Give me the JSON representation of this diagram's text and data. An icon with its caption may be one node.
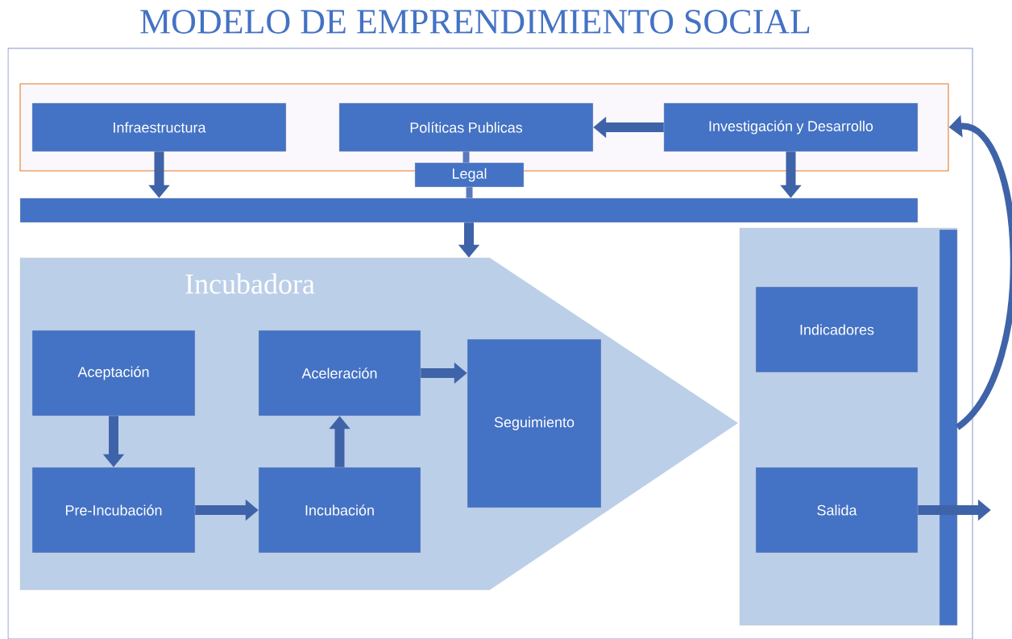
{
  "diagram": {
    "title": "MODELO DE EMPRENDIMIENTO SOCIAL",
    "nodes": [
      {
        "text": [],
        "shape": "box"
      },
      {
        "text": [
          "Infraestructura"
        ],
        "in": 0
      },
      {
        "text": [
          "Políticas Publicas"
        ],
        "in": 0
      },
      {
        "text": [
          "Investigación y Desarrollo"
        ],
        "in": 0
      },
      {
        "text": [
          "Legal"
        ]
      },
      {
        "text": [],
        "shape": "bar"
      },
      {
        "text": [
          "Incubadora"
        ]
      },
      {
        "text": [
          "Aceptación"
        ],
        "in": 6
      },
      {
        "text": [
          "Aceleración"
        ],
        "in": 6
      },
      {
        "text": [
          "Pre-Incubación"
        ],
        "in": 6
      },
      {
        "text": [
          "Incubación"
        ],
        "in": 6
      },
      {
        "text": [
          "Seguimiento"
        ]
      },
      {
        "text": [],
        "shape": "box"
      },
      {
        "text": [
          "Indicadores"
        ],
        "in": 12
      },
      {
        "text": [
          "Salida"
        ],
        "in": 12
      },
      {
        "text": [],
        "shape": "bar",
        "in": 12
      }
    ],
    "edges": [
      {
        "from": 3,
        "to": 2,
        "arrow": "to"
      },
      {
        "from": 1,
        "to": 5,
        "arrow": "to"
      },
      {
        "from": 3,
        "to": 5,
        "arrow": "to"
      },
      {
        "from": 2,
        "to": 4,
        "arrow": "none"
      },
      {
        "from": 4,
        "to": 5,
        "arrow": "none"
      },
      {
        "from": 5,
        "to": 6,
        "arrow": "to"
      },
      {
        "from": 7,
        "to": 9,
        "arrow": "to"
      },
      {
        "from": 9,
        "to": 10,
        "arrow": "to"
      },
      {
        "from": 10,
        "to": 8,
        "arrow": "to"
      },
      {
        "from": 8,
        "to": 11,
        "arrow": "to"
      },
      {
        "from": 14,
        "to": null,
        "arrow": "to"
      },
      {
        "from": 15,
        "to": 0,
        "arrow": "to"
      }
    ]
  }
}
